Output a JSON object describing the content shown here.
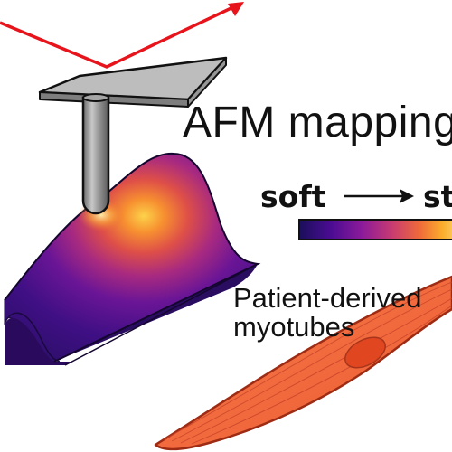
{
  "title": "AFM mapping",
  "colorbar": {
    "soft_label": "soft",
    "stiff_label": "sti",
    "gradient_colors": [
      "#1c0f5c",
      "#4a0c92",
      "#8a1a9a",
      "#c73a72",
      "#ee6a3a",
      "#fbae2c",
      "#fcf0a0"
    ]
  },
  "sample": {
    "label_line1": "Patient-derived",
    "label_line2": "myotubes"
  },
  "colors": {
    "laser": "#e8141c",
    "cell_fill": "#f26a3e",
    "cell_outline": "#b3381c",
    "nucleus": "#e0461f",
    "cantilever": "#bcbcbc",
    "surface_dark": "#2e0f6b"
  },
  "icons": [
    "laser-beam-icon",
    "afm-cantilever-icon",
    "afm-tip-icon",
    "cell-surface-icon",
    "myotube-cell-icon",
    "right-arrow-icon"
  ]
}
